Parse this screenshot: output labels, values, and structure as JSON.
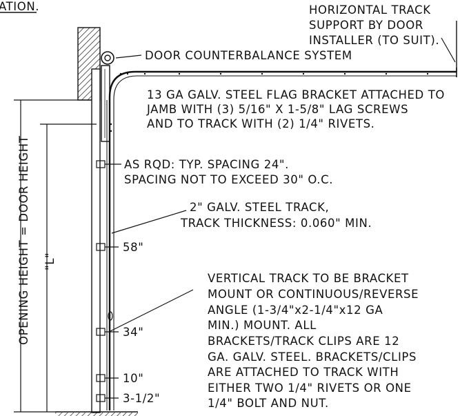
{
  "header_fragment": "ATION.",
  "notes": {
    "horizontal_support": [
      "HORIZONTAL TRACK",
      "SUPPORT BY DOOR",
      "INSTALLER (TO SUIT)."
    ],
    "counterbalance": "DOOR COUNTERBALANCE SYSTEM",
    "flag_bracket": [
      "13 GA GALV. STEEL FLAG BRACKET ATTACHED TO",
      "JAMB WITH (3) 5/16\" X 1-5/8\" LAG SCREWS",
      "AND TO TRACK WITH (2) 1/4\" RIVETS."
    ],
    "spacing": [
      "AS RQD: TYP. SPACING 24\".",
      "SPACING NOT TO EXCEED 30\" O.C."
    ],
    "track": [
      "2\" GALV. STEEL TRACK,",
      "TRACK THICKNESS: 0.060\" MIN."
    ],
    "vertical_track": [
      "VERTICAL TRACK TO BE BRACKET",
      "MOUNT OR CONTINUOUS/REVERSE",
      "ANGLE (1-3/4\"x2-1/4\"x12 GA",
      "MIN.) MOUNT. ALL",
      "BRACKETS/TRACK CLIPS ARE 12",
      "GA. GALV. STEEL. BRACKETS/CLIPS",
      "ARE ATTACHED TO TRACK WITH",
      "EITHER TWO 1/4\" RIVETS OR ONE",
      "1/4\" BOLT AND NUT."
    ]
  },
  "bracket_heights": [
    "58\"",
    "34\"",
    "10\"",
    "3-1/2\""
  ],
  "dimensions": {
    "opening_height": "OPENING HEIGHT = DOOR HEIGHT",
    "l_label": "\"L\""
  }
}
